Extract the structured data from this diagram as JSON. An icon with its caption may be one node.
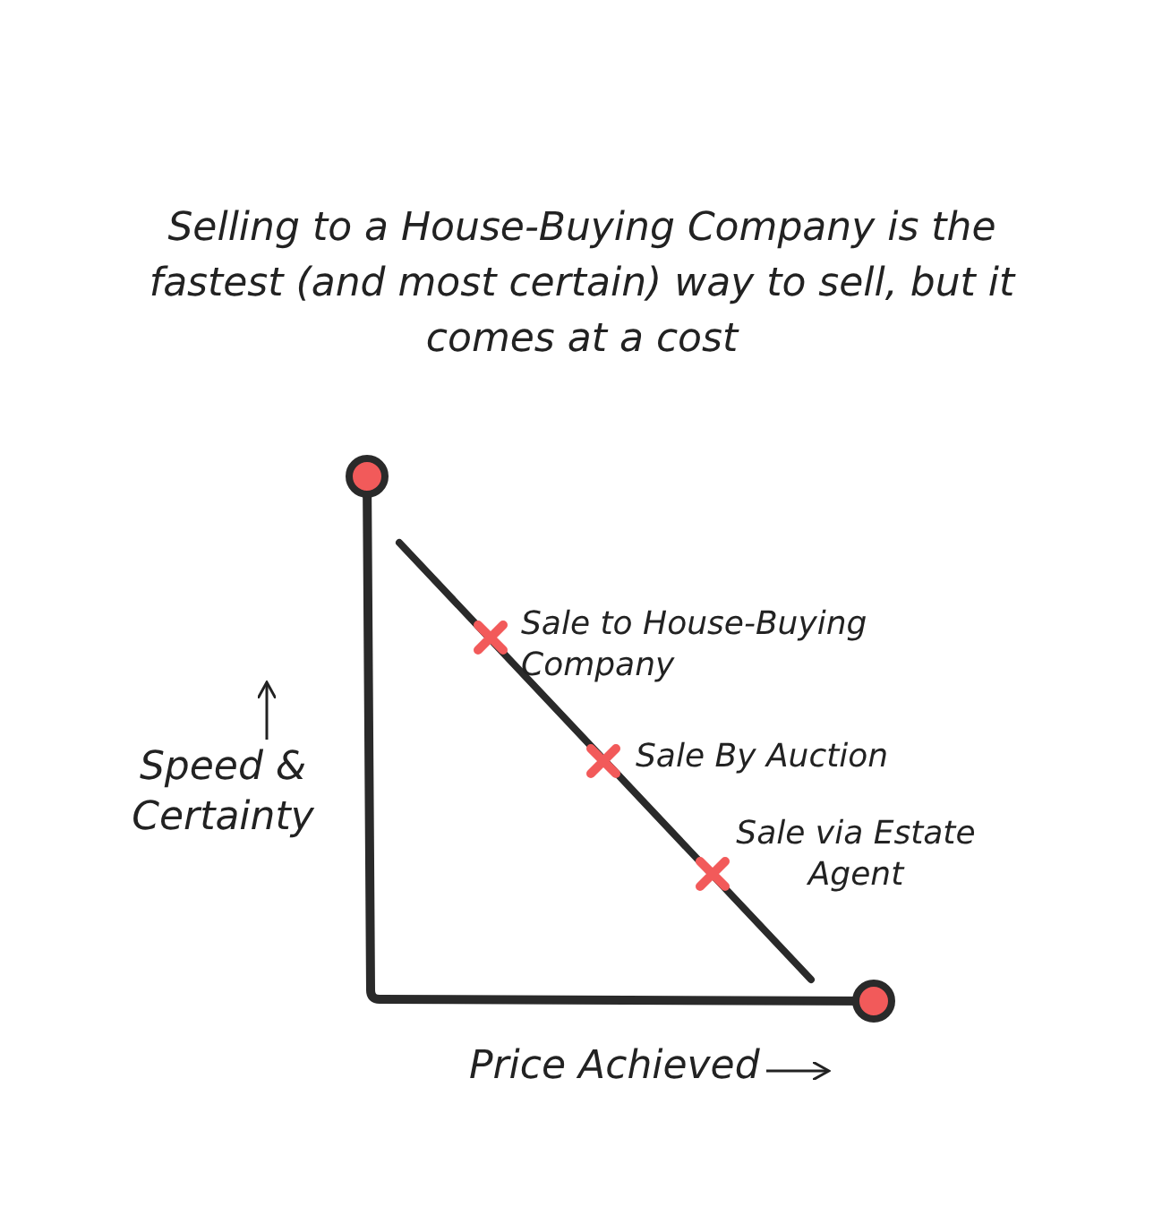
{
  "diagram": {
    "title": "Selling to a House-Buying Company is the fastest (and most certain) way to sell, but it comes at a cost",
    "labels": [
      "Sale to House-Buying Company",
      "Sale By Auction",
      "Sale via Estate Agent",
      "Speed & Certainty",
      "Price Achieved"
    ]
  }
}
